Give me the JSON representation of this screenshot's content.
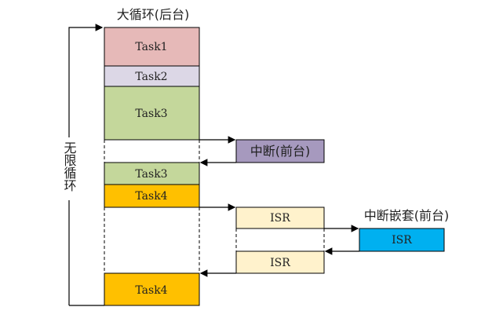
{
  "title": "大循环(后台)",
  "loop_label": "无限循环",
  "interrupt_label": "中断(前台)",
  "nested_label": "中断嵌套(前台)",
  "blocks": {
    "task1": "Task1",
    "task2": "Task2",
    "task3a": "Task3",
    "task3b": "Task3",
    "task4a": "Task4",
    "task4b": "Task4",
    "isr1": "ISR",
    "isr2": "ISR",
    "isr_nested": "ISR"
  },
  "colors": {
    "task1": "#e6b9b8",
    "task2": "#dcd7e6",
    "task3": "#c4d79b",
    "task4": "#ffc000",
    "interrupt": "#a699be",
    "isr": "#fff2cc",
    "isr_nested": "#00b0f0"
  }
}
